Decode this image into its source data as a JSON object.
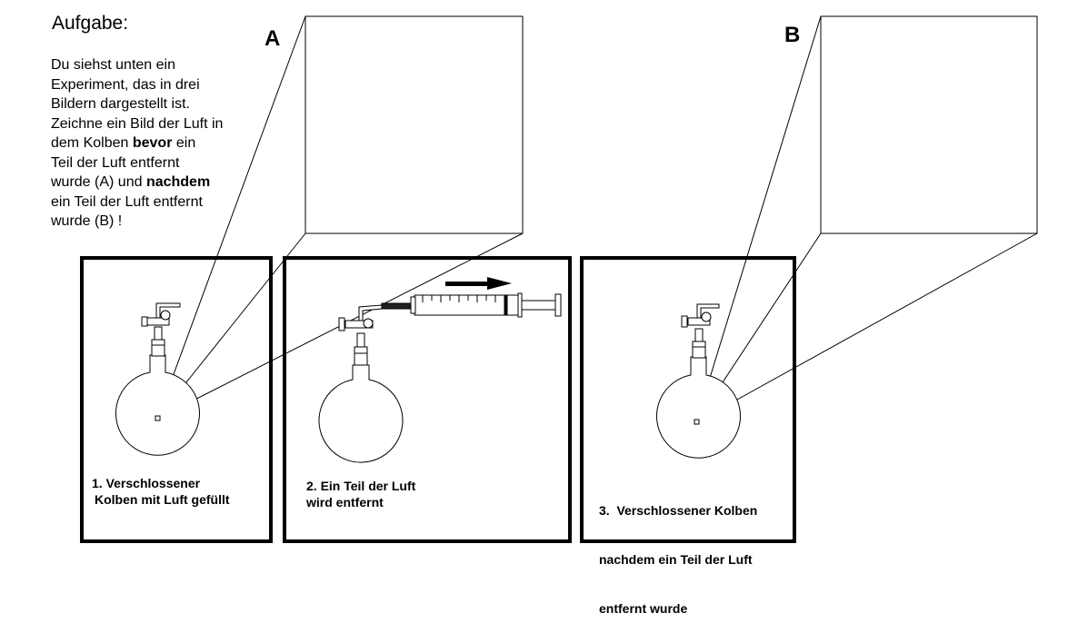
{
  "task": {
    "title": "Aufgabe:",
    "lines": [
      [
        {
          "t": "Du siehst unten ein",
          "b": false
        }
      ],
      [
        {
          "t": "Experiment, das in drei",
          "b": false
        }
      ],
      [
        {
          "t": "Bildern dargestellt ist.",
          "b": false
        }
      ],
      [
        {
          "t": "Zeichne ein Bild der Luft in",
          "b": false
        }
      ],
      [
        {
          "t": "dem Kolben ",
          "b": false
        },
        {
          "t": "bevor",
          "b": true
        },
        {
          "t": " ein",
          "b": false
        }
      ],
      [
        {
          "t": "Teil der Luft entfernt",
          "b": false
        }
      ],
      [
        {
          "t": "wurde (A) und ",
          "b": false
        },
        {
          "t": "nachdem",
          "b": true
        }
      ],
      [
        {
          "t": "ein Teil der Luft entfernt",
          "b": false
        }
      ],
      [
        {
          "t": "wurde (B) !",
          "b": false
        }
      ]
    ]
  },
  "boxes": {
    "a_label": "A",
    "b_label": "B"
  },
  "panels": [
    {
      "caption_line1": "1. Verschlossener",
      "caption_line2": "Kolben mit Luft gefüllt"
    },
    {
      "caption_line1": "2. Ein Teil der Luft",
      "caption_line2": "wird entfernt"
    },
    {
      "caption_line1": "3.  Verschlossener Kolben",
      "caption_line2": "nachdem ein Teil der Luft",
      "caption_line3": "entfernt wurde"
    }
  ]
}
